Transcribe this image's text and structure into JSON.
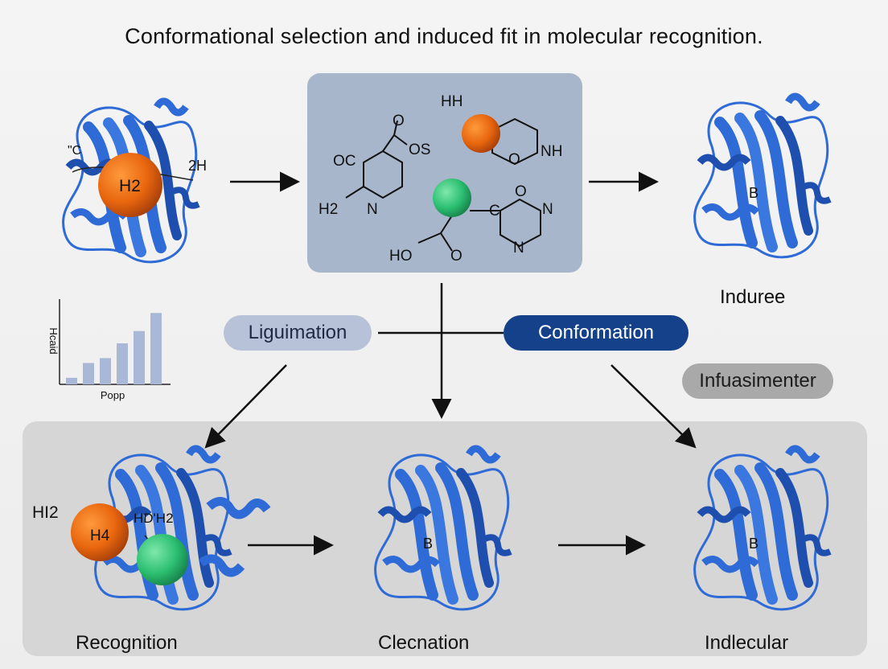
{
  "title": "Conformational selection and induced fit in molecular recognition.",
  "protein_top_left": {
    "labels": [
      "H2",
      "\"C",
      "2H"
    ]
  },
  "molecule_panel": {
    "atoms": [
      "O",
      "OS",
      "OC",
      "H2",
      "N",
      "HH",
      "O",
      "NH",
      "C",
      "O",
      "N",
      "HO",
      "O",
      "N"
    ]
  },
  "protein_top_right": {
    "inner_label": "B",
    "caption": "Induree"
  },
  "mini_chart": {
    "ylabel": "Hcaid",
    "xlabel": "Popp",
    "values": [
      0.08,
      0.26,
      0.32,
      0.5,
      0.65,
      0.87
    ]
  },
  "pills": {
    "left": "Liguimation",
    "center": "Conformation",
    "right": "Infuasimenter"
  },
  "bottom": {
    "left": {
      "labels": [
        "HI2",
        "H4",
        "HD'H2"
      ],
      "caption": "Recognition"
    },
    "middle": {
      "inner_label": "B",
      "caption": "Clecnation"
    },
    "right": {
      "inner_label": "B",
      "caption": "Indlecular"
    }
  },
  "colors": {
    "protein": "#2f6bd6",
    "protein_dark": "#1f4fae",
    "ligand_orange": "#e8660e",
    "ligand_green": "#2cbf71",
    "panel_blue": "#a8b6cc",
    "pill_dark": "#14418a"
  }
}
